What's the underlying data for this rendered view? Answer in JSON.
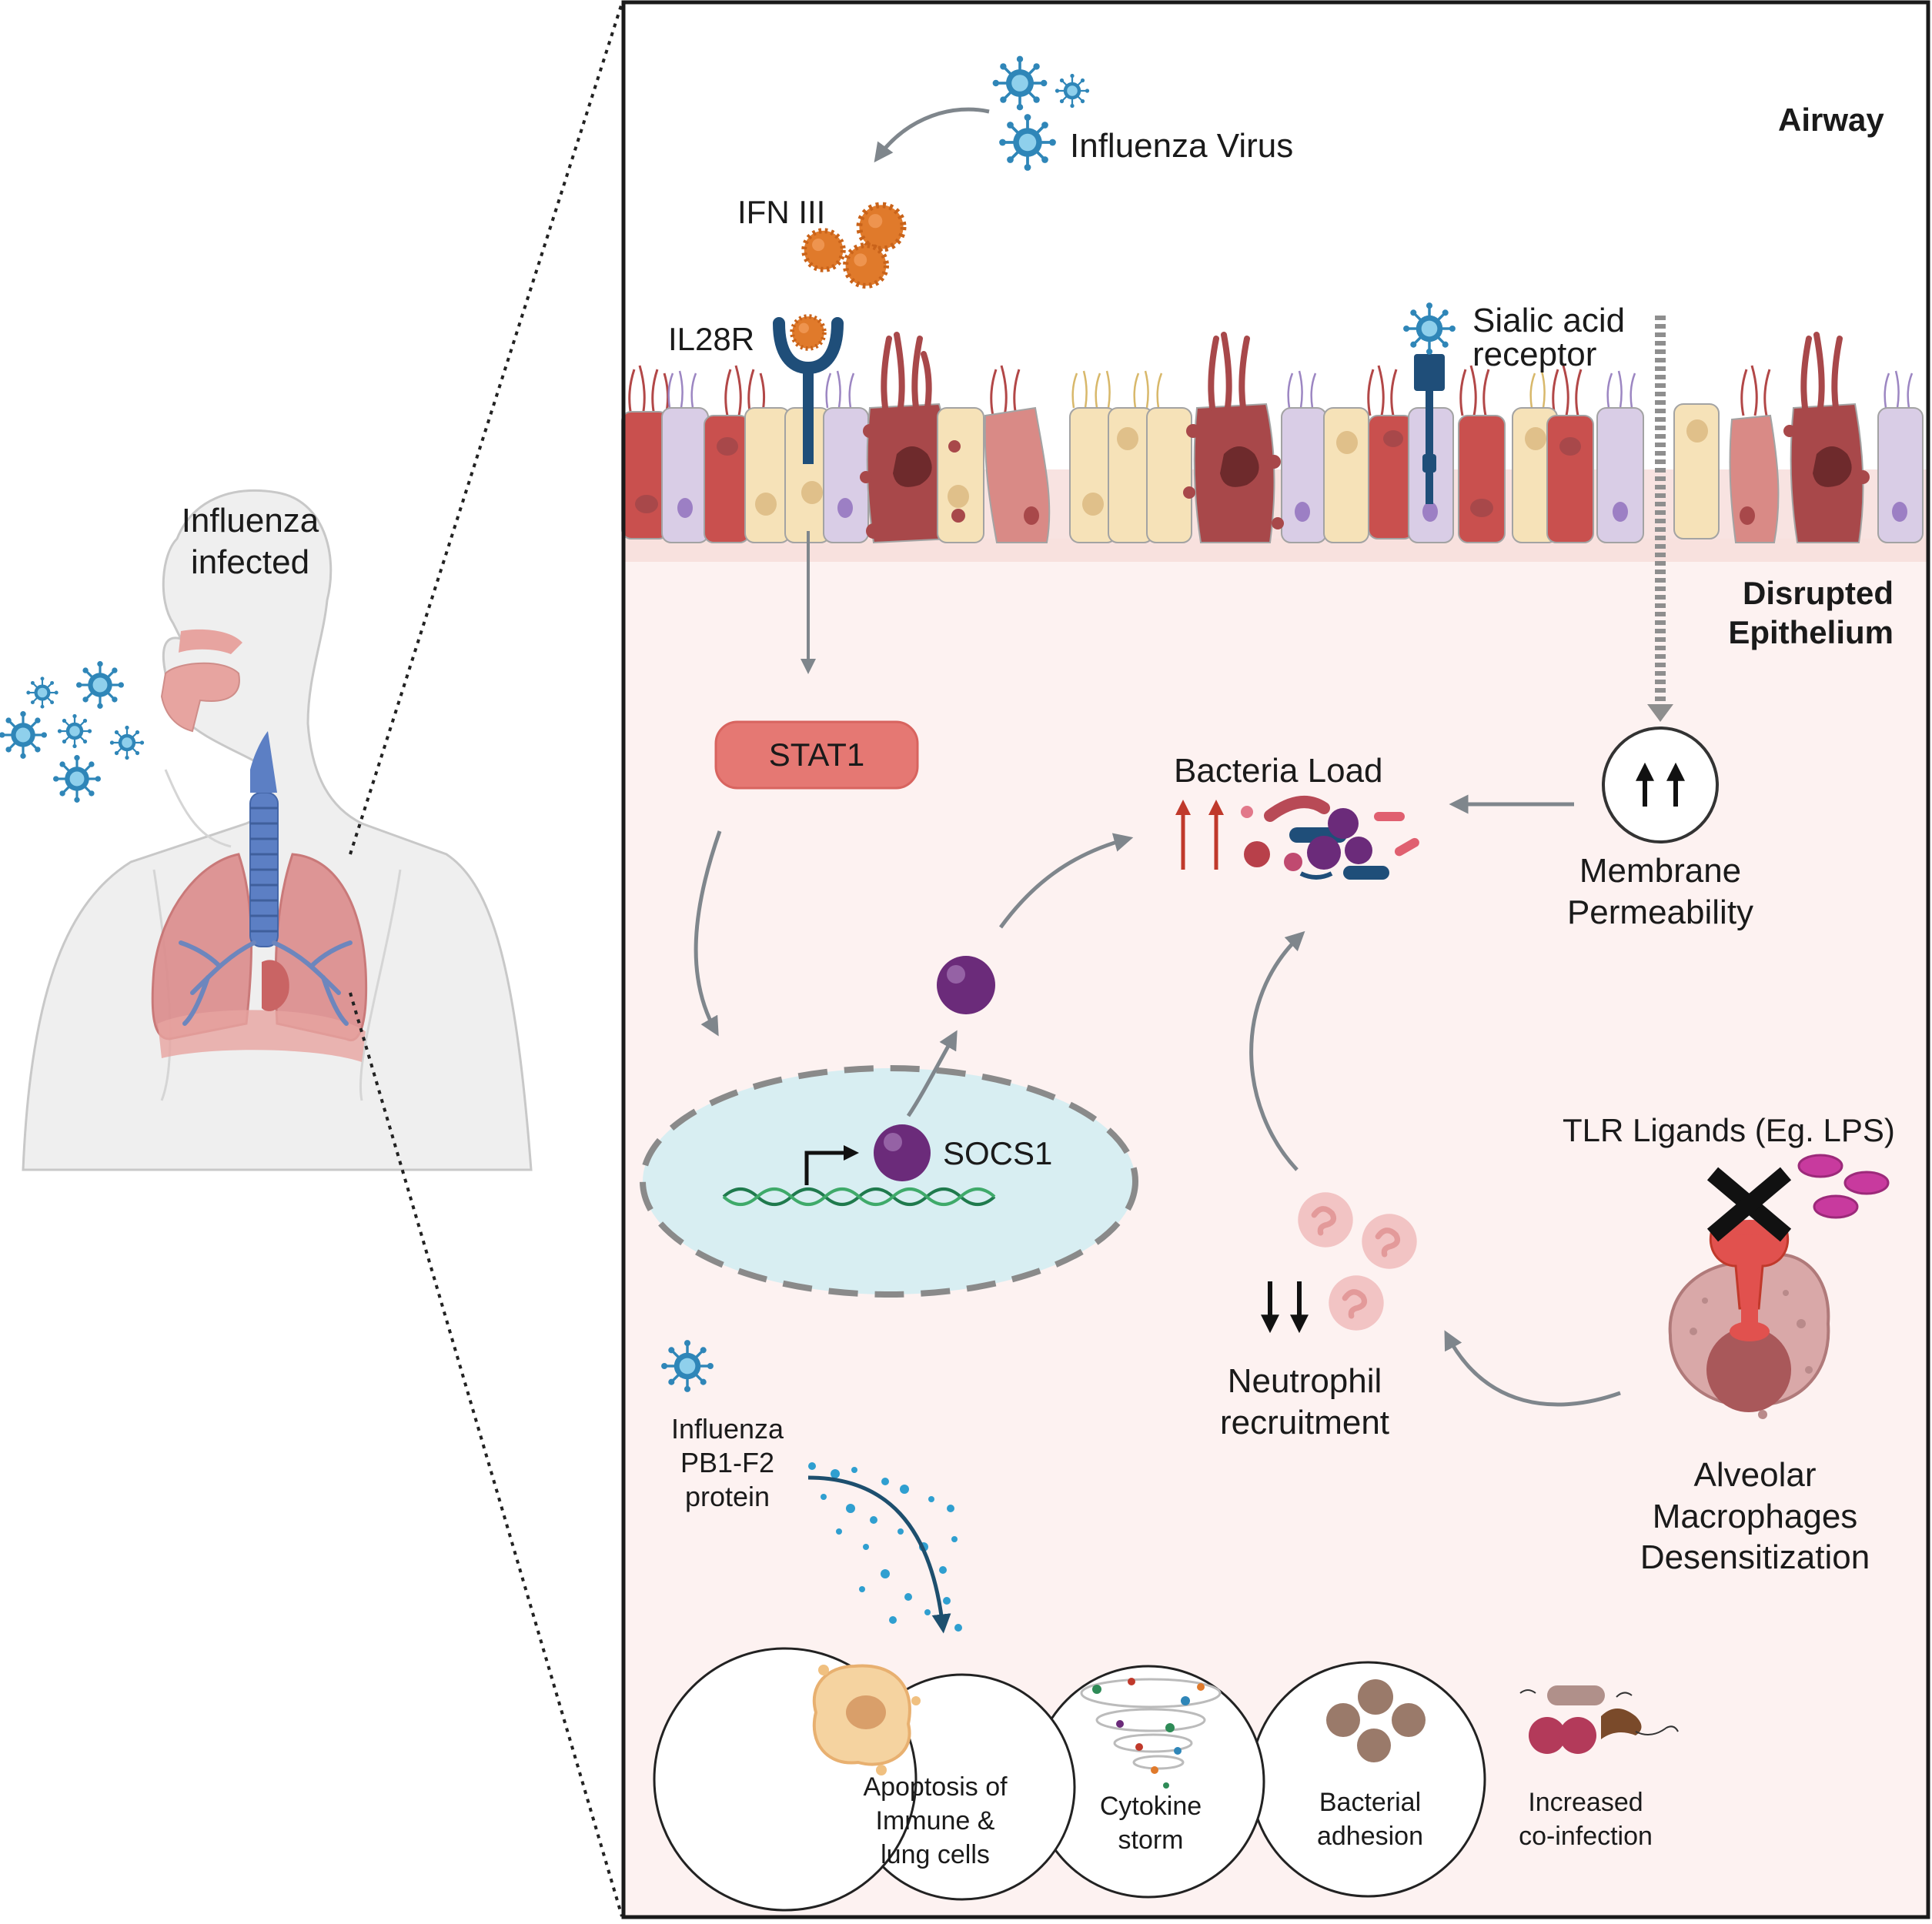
{
  "left_panel": {
    "heading_line1": "Influenza",
    "heading_line2": "infected"
  },
  "region_labels": {
    "airway": "Airway",
    "epithelium_line1": "Disrupted",
    "epithelium_line2": "Epithelium"
  },
  "labels": {
    "influenza_virus": "Influenza Virus",
    "ifn": "IFN III",
    "il28r": "IL28R",
    "sialic_line1": "Sialic acid",
    "sialic_line2": "receptor",
    "stat1": "STAT1",
    "socs1": "SOCS1",
    "bacteria_load": "Bacteria Load",
    "membrane_line1": "Membrane",
    "membrane_line2": "Permeability",
    "tlr": "TLR Ligands (Eg. LPS)",
    "neutrophil_line1": "Neutrophil",
    "neutrophil_line2": "recruitment",
    "macrophage_line1": "Alveolar",
    "macrophage_line2": "Macrophages",
    "macrophage_line3": "Desensitization",
    "pb1_line1": "Influenza",
    "pb1_line2": "PB1-F2",
    "pb1_line3": "protein"
  },
  "outcomes": [
    {
      "lines": [
        "Apoptosis of",
        "Immune &",
        "lung cells"
      ]
    },
    {
      "lines": [
        "Cytokine",
        "storm"
      ]
    },
    {
      "lines": [
        "Bacterial",
        "adhesion"
      ]
    },
    {
      "lines": [
        "Increased",
        "co-infection"
      ]
    }
  ],
  "colors": {
    "virus": "#2f86b8",
    "ifn": "#e07a2b",
    "stat1": "#e57873",
    "socs1": "#6b2b7a",
    "nucleus": "#d8eef2",
    "dna": "#2e8b57",
    "receptor": "#1f4e79",
    "tissue": "#fdf2f1",
    "arrow": "#808890",
    "red_arrow": "#c0392b"
  }
}
